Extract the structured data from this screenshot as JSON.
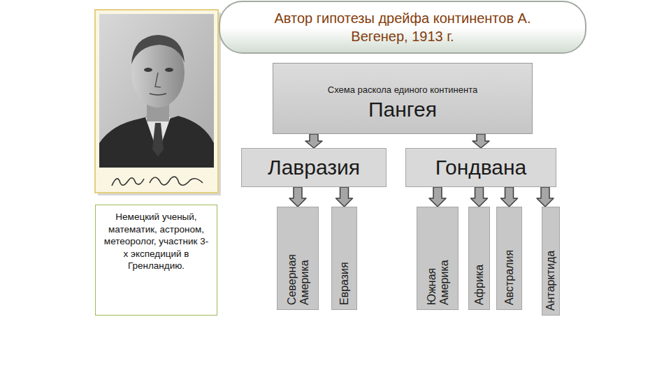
{
  "diagram": {
    "title": "Автор гипотезы дрейфа континентов А. Вегенер, 1913 г.",
    "nodes": [
      {
        "text": [
          "Немецкий ученый, математик, астроном, метеоролог, участник 3-х экспедиций в Гренландию."
        ]
      },
      {
        "text": [
          "Схема раскола единого континента",
          "Пангея"
        ]
      },
      {
        "text": [
          "Лавразия"
        ]
      },
      {
        "text": [
          "Гондвана"
        ]
      },
      {
        "text": [
          "Северная Америка"
        ]
      },
      {
        "text": [
          "Евразия"
        ]
      },
      {
        "text": [
          "Южная Америка"
        ]
      },
      {
        "text": [
          "Африка"
        ]
      },
      {
        "text": [
          "Австралия"
        ]
      },
      {
        "text": [
          "Антарктида"
        ]
      }
    ],
    "edges": [
      {
        "from": 1,
        "to": 2,
        "arrow": "to"
      },
      {
        "from": 1,
        "to": 3,
        "arrow": "to"
      },
      {
        "from": 2,
        "to": 4,
        "arrow": "to"
      },
      {
        "from": 2,
        "to": 5,
        "arrow": "to"
      },
      {
        "from": 3,
        "to": 6,
        "arrow": "to"
      },
      {
        "from": 3,
        "to": 7,
        "arrow": "to"
      },
      {
        "from": 3,
        "to": 8,
        "arrow": "to"
      },
      {
        "from": 3,
        "to": 9,
        "arrow": "to"
      }
    ]
  }
}
